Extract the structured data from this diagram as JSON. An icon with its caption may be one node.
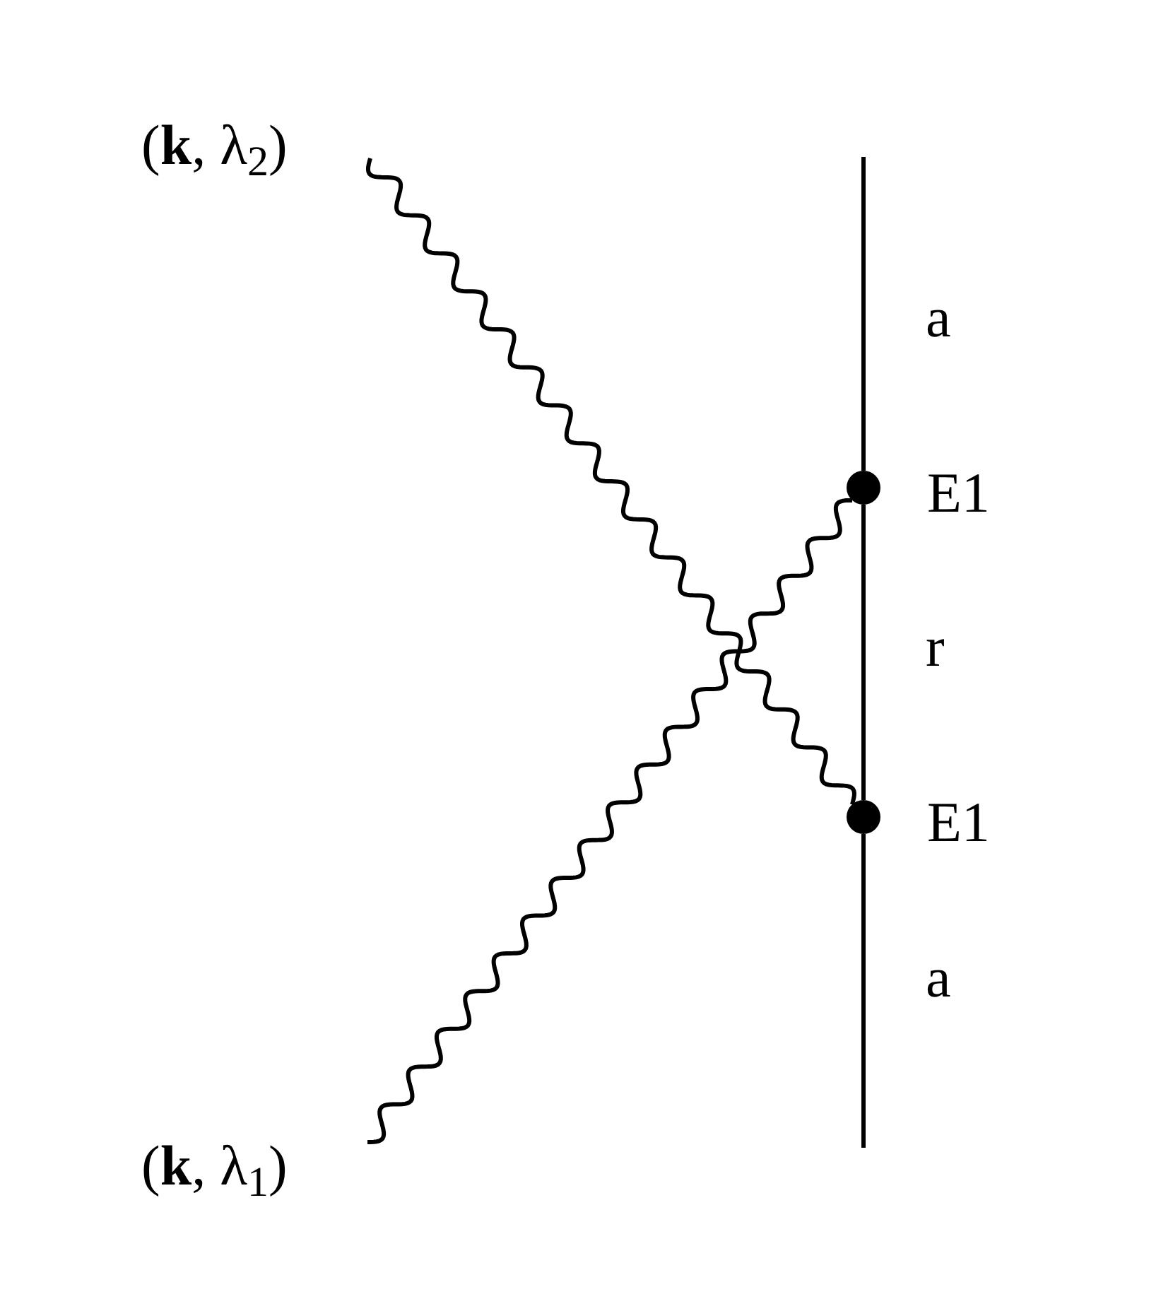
{
  "diagram": {
    "nodes": [
      {
        "text": [
          "(**k**, λ$_{2}$)"
        ]
      },
      {
        "text": [],
        "shape": "circle",
        "beside": [
          "E1"
        ]
      },
      {
        "text": [],
        "shape": "circle",
        "beside": [
          "E1"
        ]
      },
      {
        "text": [
          "(**k**, λ$_{1}$)"
        ]
      }
    ],
    "edges": [
      {
        "from": 0,
        "to": 2,
        "arrow": "none"
      },
      {
        "from": 3,
        "to": 1,
        "arrow": "none"
      },
      {
        "from": null,
        "to": 1,
        "arrow": "none",
        "label": "a"
      },
      {
        "from": 1,
        "to": 2,
        "arrow": "none",
        "label": "r"
      },
      {
        "from": 2,
        "to": null,
        "arrow": "none",
        "label": "a"
      }
    ]
  }
}
